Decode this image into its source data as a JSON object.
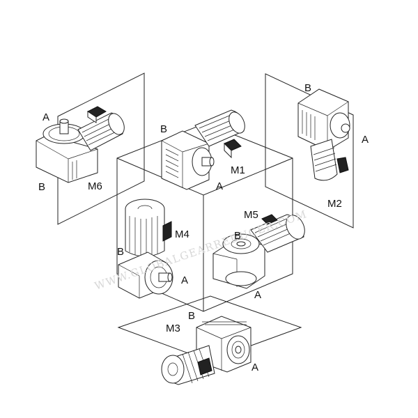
{
  "diagram": {
    "watermark": "WWW.GLOBALGEARREDUCER.COM",
    "positions": [
      {
        "id": "M1",
        "label": "M1",
        "side_a": "A",
        "side_b": "B"
      },
      {
        "id": "M2",
        "label": "M2",
        "side_a": "A",
        "side_b": "B"
      },
      {
        "id": "M3",
        "label": "M3",
        "side_a": "A",
        "side_b": "B"
      },
      {
        "id": "M4",
        "label": "M4",
        "side_a": "A",
        "side_b": "B"
      },
      {
        "id": "M5",
        "label": "M5",
        "side_a": "A",
        "side_b": "B"
      },
      {
        "id": "M6",
        "label": "M6",
        "side_a": "A",
        "side_b": "B"
      }
    ]
  }
}
